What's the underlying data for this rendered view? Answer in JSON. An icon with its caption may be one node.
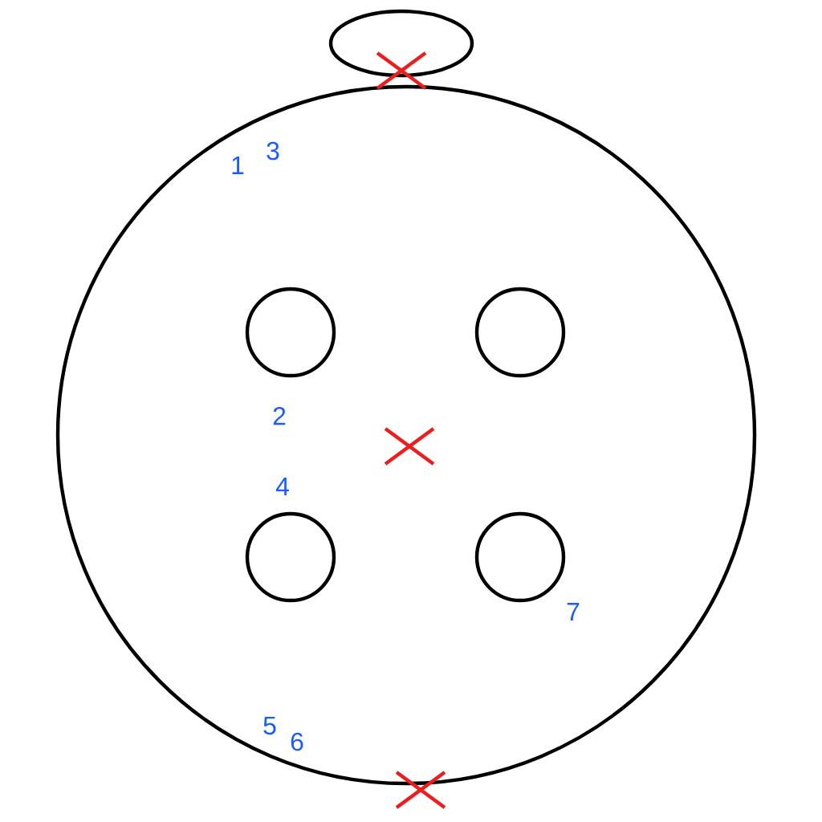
{
  "diagram": {
    "labels": [
      "1",
      "3",
      "2",
      "4",
      "7",
      "5",
      "6"
    ]
  }
}
